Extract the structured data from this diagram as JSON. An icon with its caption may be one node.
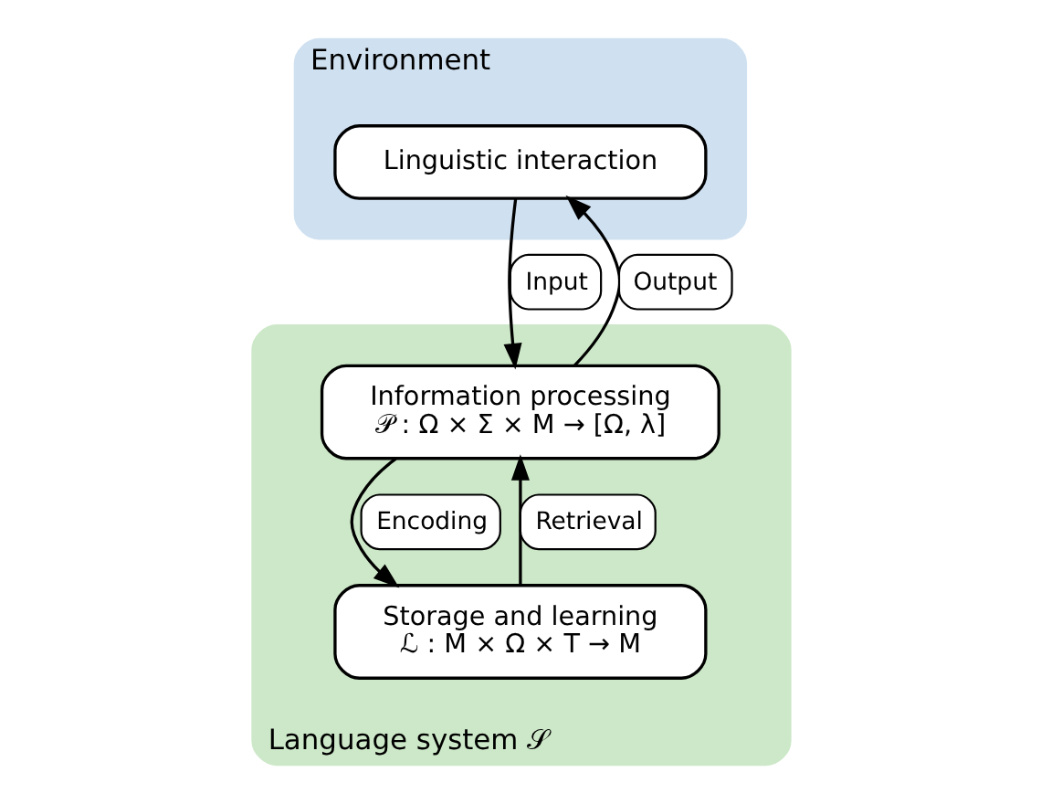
{
  "diagram": {
    "nodes": [
      {
        "text": [
          "Environment"
        ]
      },
      {
        "text": [
          "Linguistic interaction"
        ],
        "in": 0
      },
      {
        "text": [
          "Language system 𝒮"
        ]
      },
      {
        "text": [
          "Information processing",
          "𝒫 : Ω × Σ × M → [Ω, λ]"
        ],
        "in": 2
      },
      {
        "text": [
          "Storage and learning",
          "ℒ : M × Ω × T → M"
        ],
        "in": 2
      }
    ],
    "edges": [
      {
        "from": 1,
        "to": 3,
        "arrow": "to",
        "label": "Input"
      },
      {
        "from": 3,
        "to": 1,
        "arrow": "to",
        "label": "Output"
      },
      {
        "from": 4,
        "to": 3,
        "arrow": "to",
        "label": "Retrieval"
      },
      {
        "from": 3,
        "to": 4,
        "arrow": "to",
        "label": "Encoding"
      }
    ]
  }
}
